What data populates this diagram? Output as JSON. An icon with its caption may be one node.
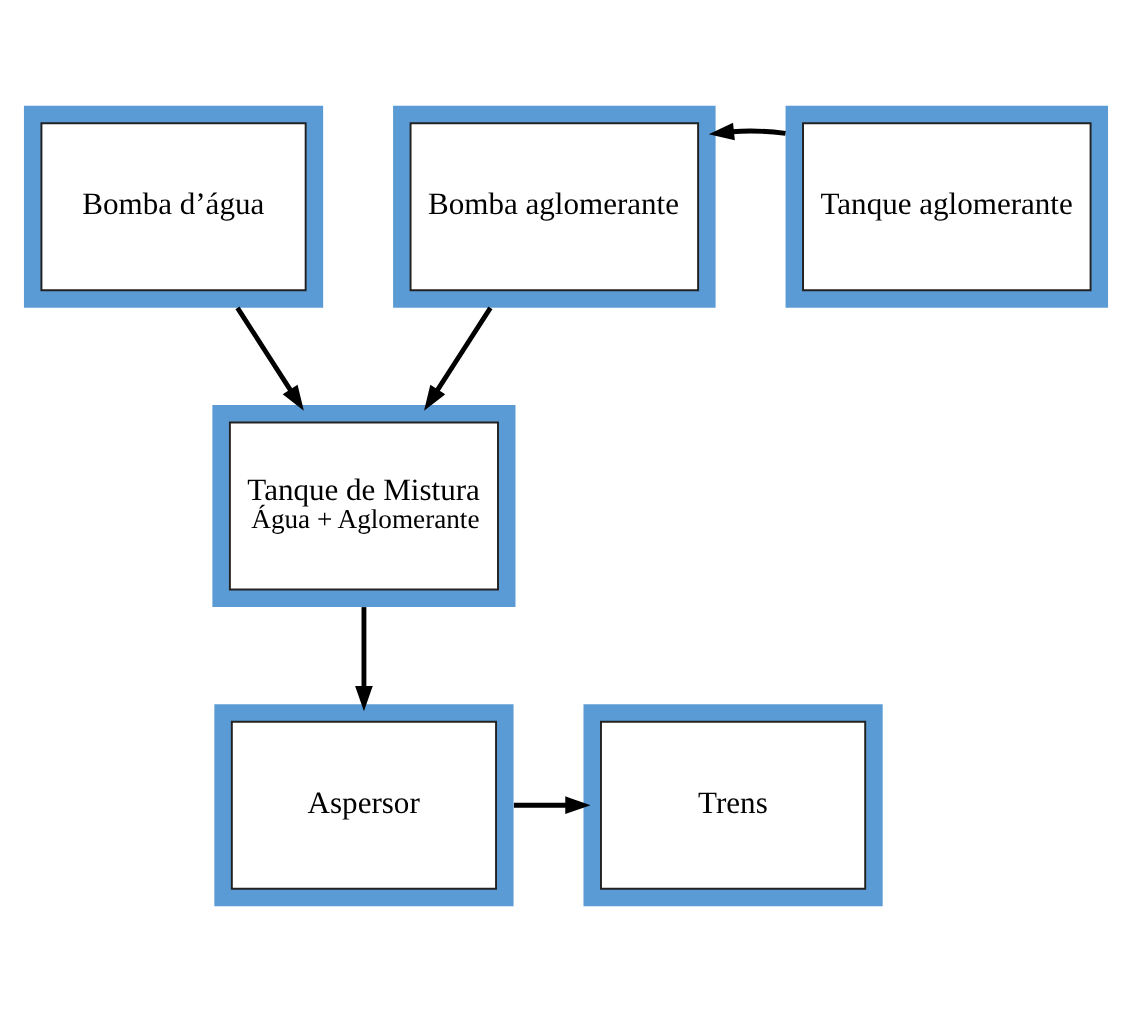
{
  "diagram": {
    "nodes": [
      {
        "text": [
          "Bomba d’água"
        ]
      },
      {
        "text": [
          "Bomba aglomerante"
        ]
      },
      {
        "text": [
          "Tanque aglomerante"
        ]
      },
      {
        "text": [
          "Tanque de Mistura",
          "Água + Aglomerante"
        ]
      },
      {
        "text": [
          "Aspersor"
        ]
      },
      {
        "text": [
          "Trens"
        ]
      }
    ],
    "edges": [
      {
        "from": 2,
        "to": 1,
        "arrow": "to"
      },
      {
        "from": 0,
        "to": 3,
        "arrow": "to"
      },
      {
        "from": 1,
        "to": 3,
        "arrow": "to"
      },
      {
        "from": 3,
        "to": 4,
        "arrow": "to"
      },
      {
        "from": 4,
        "to": 5,
        "arrow": "to"
      }
    ]
  }
}
